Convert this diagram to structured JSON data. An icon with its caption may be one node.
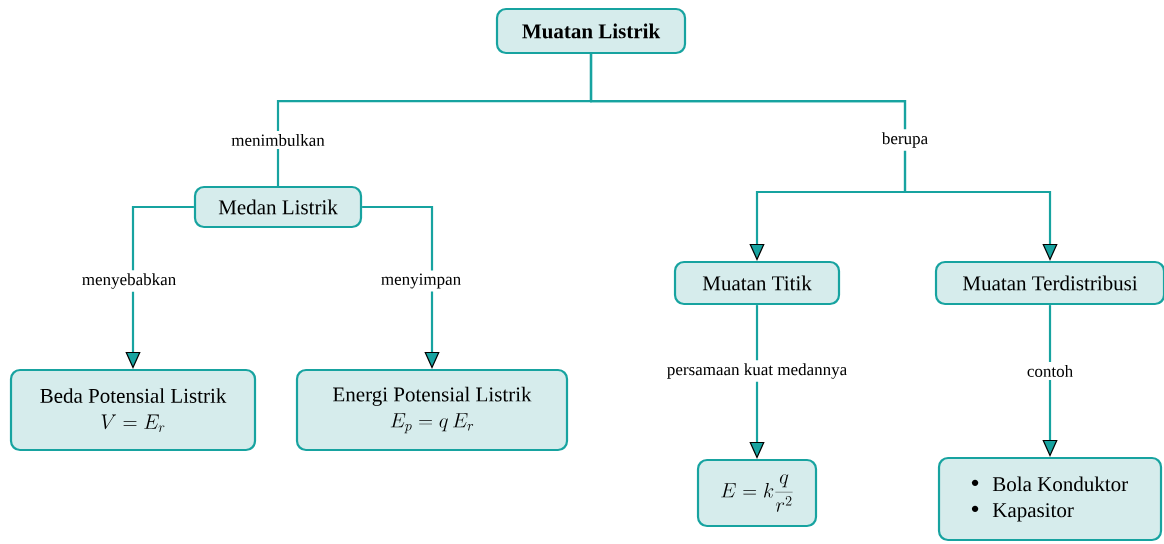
{
  "diagram": {
    "nodes": [
      {
        "text": [
          "Muatan Listrik"
        ]
      },
      {
        "text": [
          "Medan Listrik"
        ]
      },
      {
        "text": [
          "Muatan Titik"
        ]
      },
      {
        "text": [
          "Muatan Terdistribusi"
        ]
      },
      {
        "text": [
          "Beda Potensial Listrik",
          "V = E_r"
        ]
      },
      {
        "text": [
          "Energi Potensial Listrik",
          "E_p = q\\,E_r"
        ]
      },
      {
        "text": [
          "E = k\\frac{q}{r^2}"
        ]
      },
      {
        "text": [
          "Bola Konduktor",
          "Kapasitor"
        ]
      }
    ],
    "edges": [
      {
        "from": 0,
        "to": 1,
        "arrow": "none",
        "label": "menimbulkan"
      },
      {
        "from": 0,
        "to": 2,
        "arrow": "to",
        "label": "berupa"
      },
      {
        "from": 0,
        "to": 3,
        "arrow": "to"
      },
      {
        "from": 1,
        "to": 4,
        "arrow": "to",
        "label": "menyebabkan"
      },
      {
        "from": 1,
        "to": 5,
        "arrow": "to",
        "label": "menyimpan"
      },
      {
        "from": 2,
        "to": 6,
        "arrow": "to",
        "label": "persamaan kuat medannya"
      },
      {
        "from": 3,
        "to": 7,
        "arrow": "to",
        "label": "contoh"
      }
    ]
  }
}
